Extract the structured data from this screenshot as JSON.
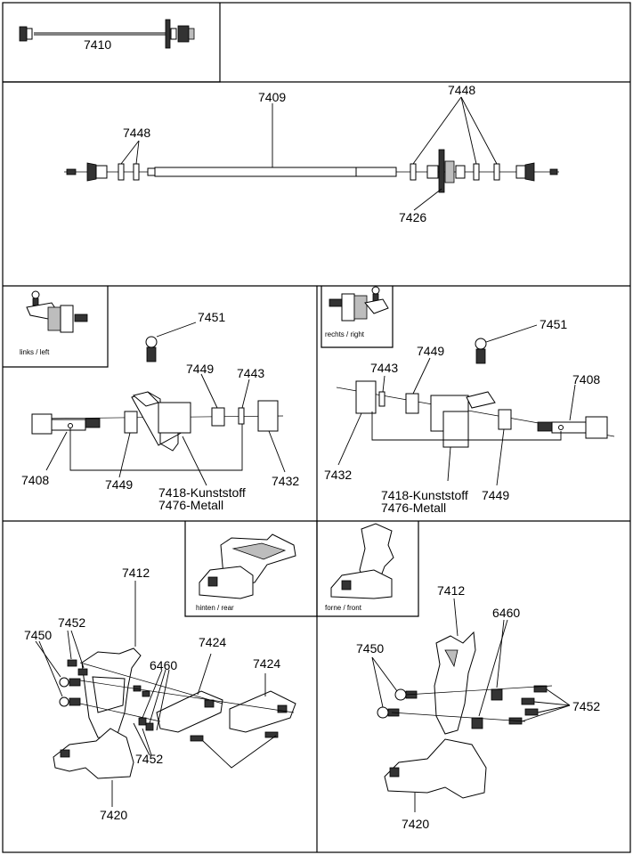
{
  "top": {
    "inset_part": "7410",
    "shaft_assembly": {
      "shaft": "7409",
      "spacer": "7448",
      "spacer_left": "7448",
      "gear": "7426"
    }
  },
  "left_hub": {
    "inset_caption": "links / left",
    "ball_stud": "7451",
    "bearing_a": "7449",
    "pin": "7443",
    "axle": "7408",
    "bearing_b": "7449",
    "carrier_plastic": "7418-Kunststoff",
    "carrier_metal": "7476-Metall",
    "hex": "7432"
  },
  "right_hub": {
    "inset_caption": "rechts / right",
    "ball_stud": "7451",
    "bearing_a": "7449",
    "pin": "7443",
    "axle": "7408",
    "hex": "7432",
    "carrier_plastic": "7418-Kunststoff",
    "carrier_metal": "7476-Metall",
    "bearing_b": "7449"
  },
  "insets_bottom": {
    "rear_caption": "hinten / rear",
    "front_caption": "forne / front"
  },
  "rear_assembly": {
    "tower": "7412",
    "screws": "7452",
    "ball_studs": "7450",
    "nuts": "6460",
    "brace_a": "7424",
    "brace_b": "7424",
    "screws_lower": "7452",
    "gearbox": "7420"
  },
  "front_assembly": {
    "tower": "7412",
    "nuts": "6460",
    "ball_studs": "7450",
    "screws": "7452",
    "gearbox": "7420"
  }
}
